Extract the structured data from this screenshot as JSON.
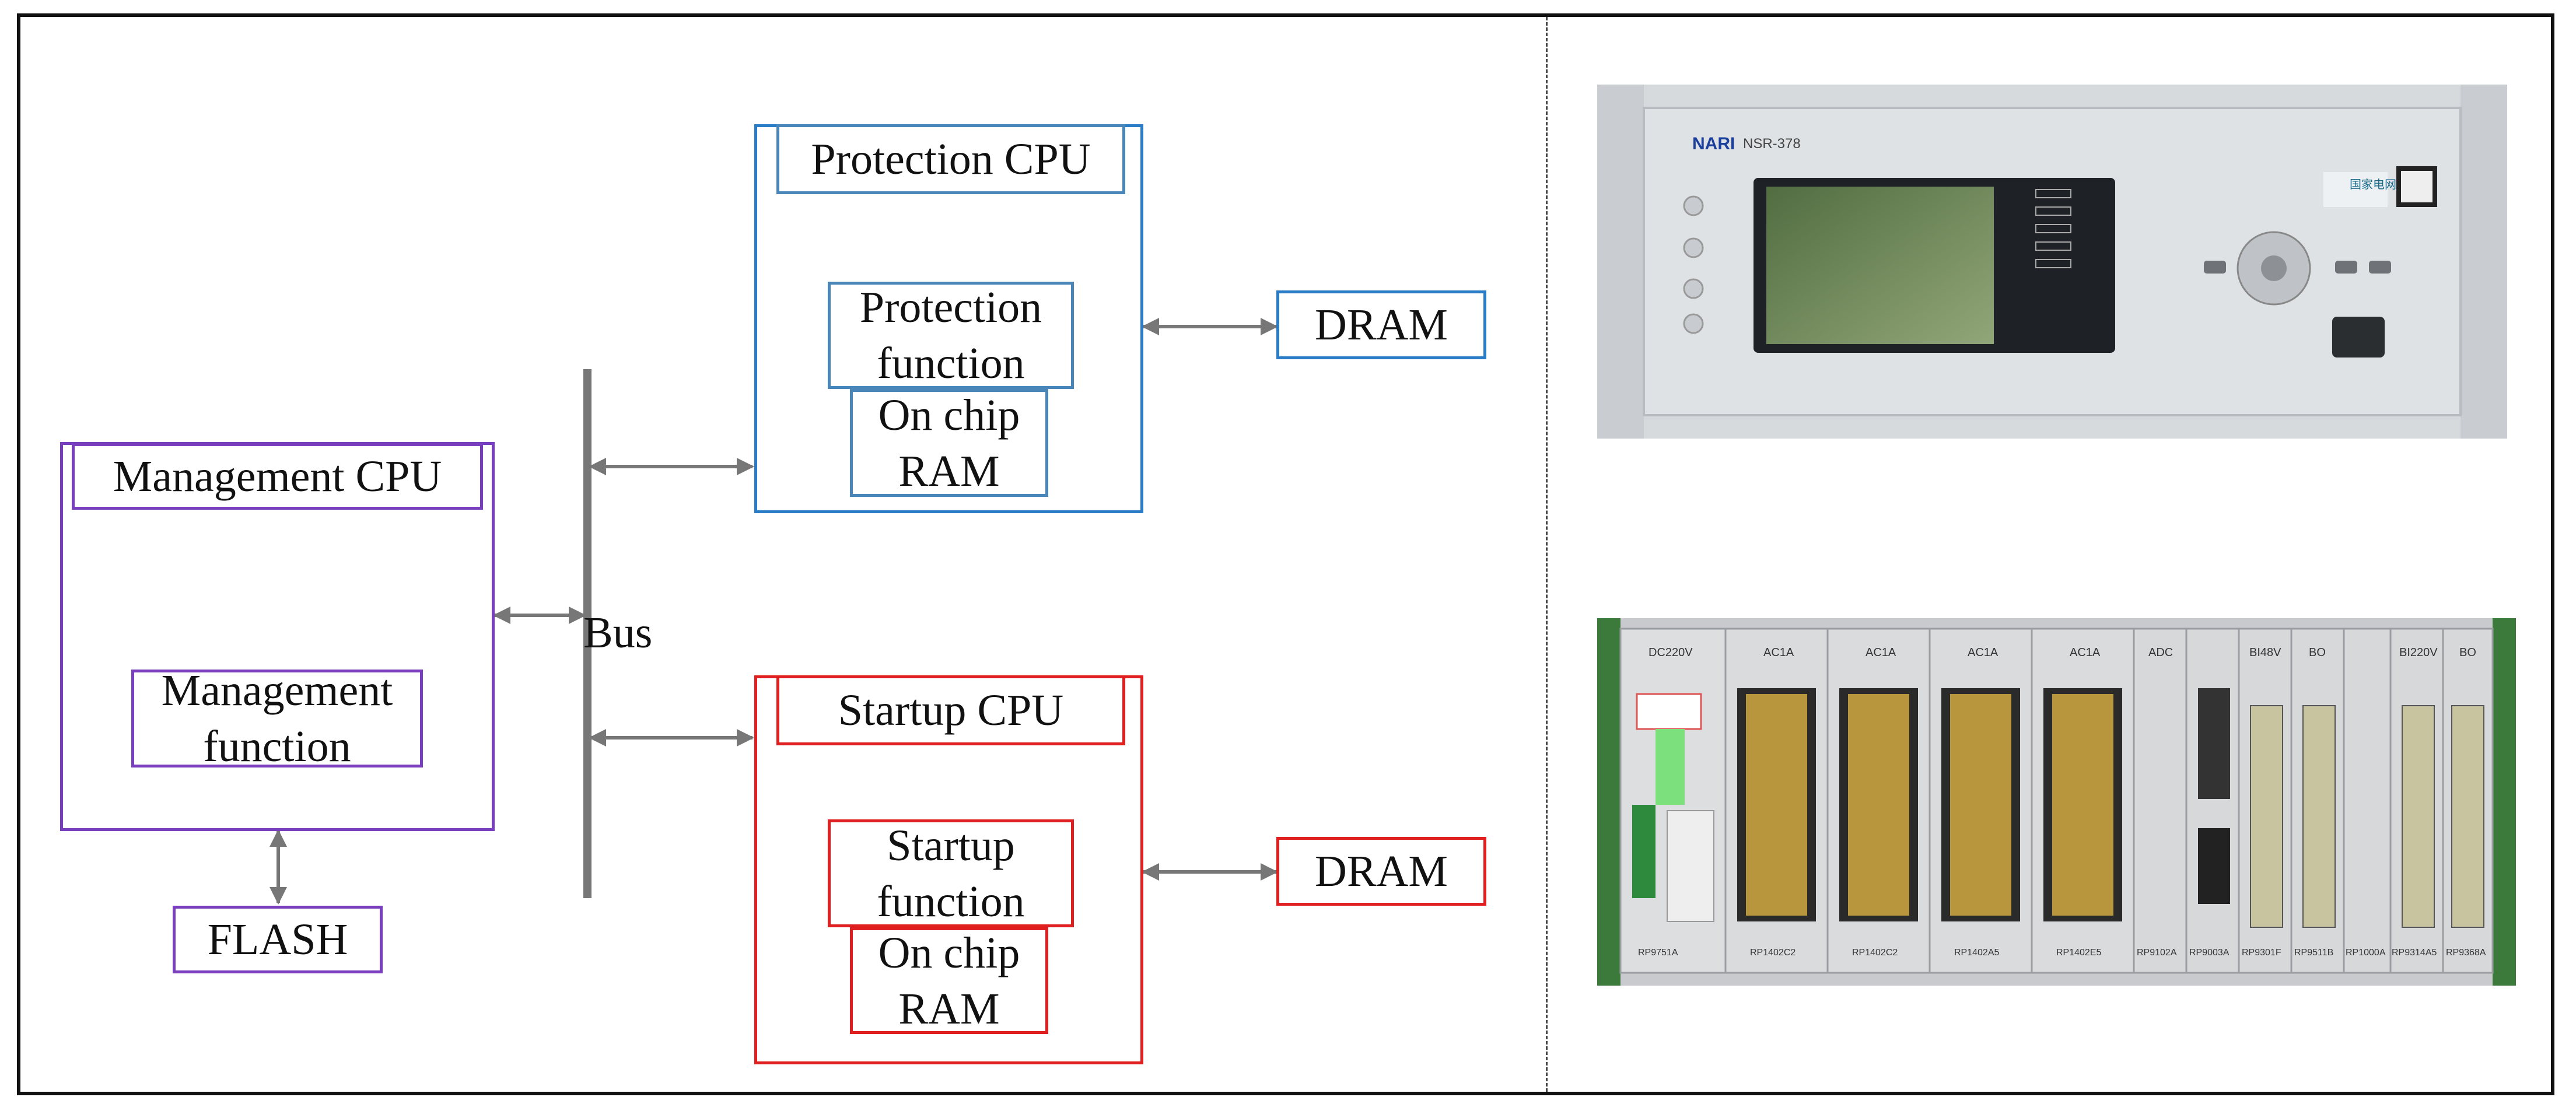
{
  "diagram": {
    "management": {
      "cpu_label": "Management CPU",
      "function_line1": "Management",
      "function_line2": "function",
      "flash_label": "FLASH"
    },
    "bus_label": "Bus",
    "protection": {
      "cpu_label": "Protection CPU",
      "function_line1": "Protection",
      "function_line2": "function",
      "ram_line1": "On chip",
      "ram_line2": "RAM",
      "dram_label": "DRAM"
    },
    "startup": {
      "cpu_label": "Startup CPU",
      "function_line1": "Startup",
      "function_line2": "function",
      "ram_line1": "On chip",
      "ram_line2": "RAM",
      "dram_label": "DRAM"
    }
  },
  "photos": {
    "front_panel": {
      "brand": "NARI",
      "model": "NSR-378",
      "logo_text": "国家电网"
    },
    "rear_panel": {
      "module_top_labels": [
        "DC220V",
        "AC1A",
        "AC1A",
        "AC1A",
        "AC1A",
        "ADC",
        "",
        "BI48V",
        "BO",
        "",
        "BI220V",
        "BO"
      ],
      "module_bottom_labels": [
        "RP9751A",
        "RP1402C2",
        "RP1402C2",
        "RP1402A5",
        "RP1402E5",
        "RP9102A",
        "RP9003A",
        "RP9301F",
        "RP9511B",
        "RP1000A",
        "RP9314A5",
        "RP9368A"
      ]
    }
  },
  "colors": {
    "management": "#7a3fbf",
    "protection": "#2a7cc7",
    "startup": "#e02020",
    "arrow": "#777777",
    "bus": "#777777"
  }
}
